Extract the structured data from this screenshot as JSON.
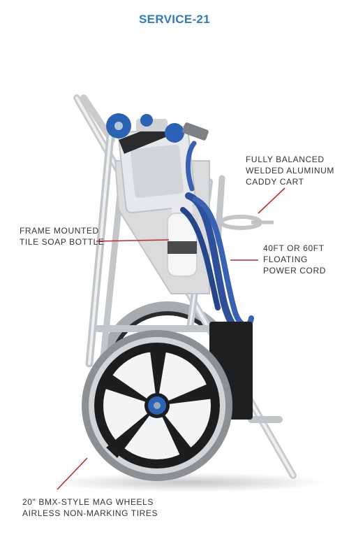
{
  "title": "SERVICE-21",
  "colors": {
    "title": "#2f7ac0",
    "leader": "#c0282a",
    "text": "#333333",
    "frame": "#d4d6d8",
    "tire": "#8d9093",
    "wheel": "#1c1d1f",
    "hub": "#2a62b5",
    "cord": "#2e4f9a"
  },
  "callouts": {
    "cart": [
      "FULLY BALANCED",
      "WELDED ALUMINUM",
      "CADDY CART"
    ],
    "bottle": [
      "FRAME MOUNTED",
      "TILE SOAP BOTTLE"
    ],
    "cord": [
      "40FT OR 60FT",
      "FLOATING",
      "POWER CORD"
    ],
    "wheels": [
      "20\" BMX-STYLE MAG WHEELS",
      "AIRLESS NON-MARKING TIRES"
    ]
  }
}
